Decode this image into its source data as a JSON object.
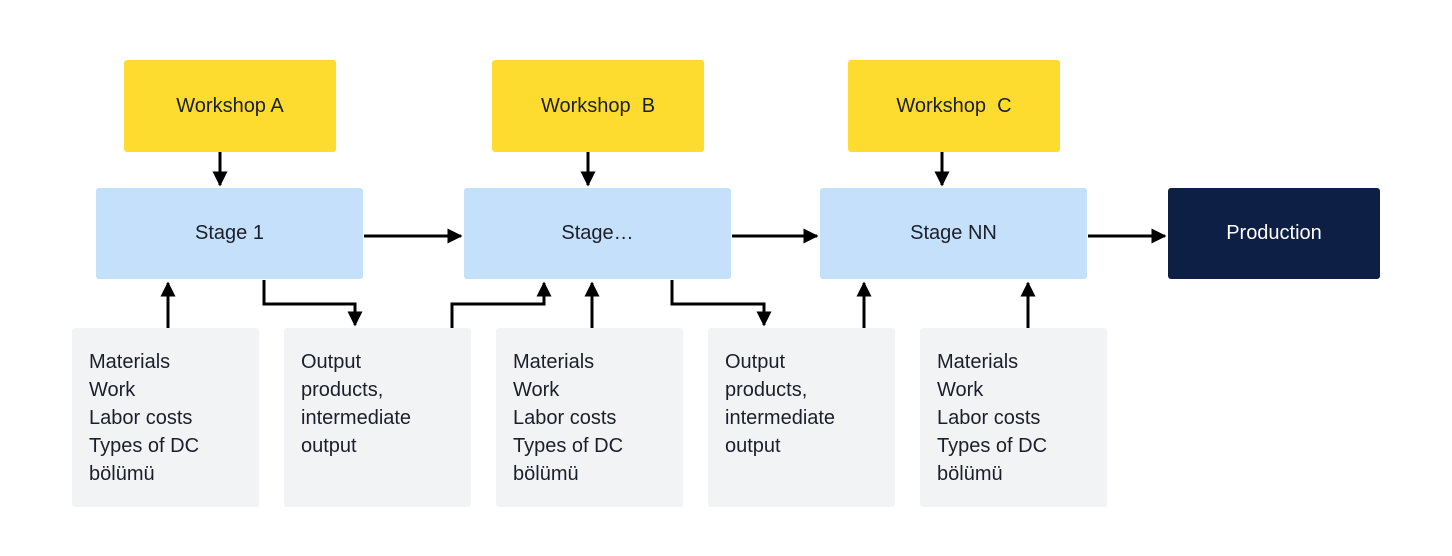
{
  "workshops": [
    {
      "label": "Workshop A"
    },
    {
      "label": "Workshop  B"
    },
    {
      "label": "Workshop  C"
    }
  ],
  "stages": [
    {
      "label": "Stage 1"
    },
    {
      "label": "Stage…"
    },
    {
      "label": "Stage NN"
    }
  ],
  "production": {
    "label": "Production"
  },
  "notes": [
    {
      "lines": [
        "Materials",
        "Work",
        "Labor costs",
        "Types of DC",
        "bölümü"
      ]
    },
    {
      "lines": [
        "Output",
        "products,",
        "intermediate",
        "output"
      ]
    },
    {
      "lines": [
        "Materials",
        "Work",
        "Labor costs",
        "Types of DC",
        "bölümü"
      ]
    },
    {
      "lines": [
        "Output",
        "products,",
        "intermediate",
        "output"
      ]
    },
    {
      "lines": [
        "Materials",
        "Work",
        "Labor costs",
        "Types of DC",
        "bölümü"
      ]
    }
  ],
  "colors": {
    "workshop": "#fddc2f",
    "stage": "#c4e0fb",
    "production": "#0d1f44",
    "note": "#f2f3f5",
    "arrow": "#000000"
  }
}
